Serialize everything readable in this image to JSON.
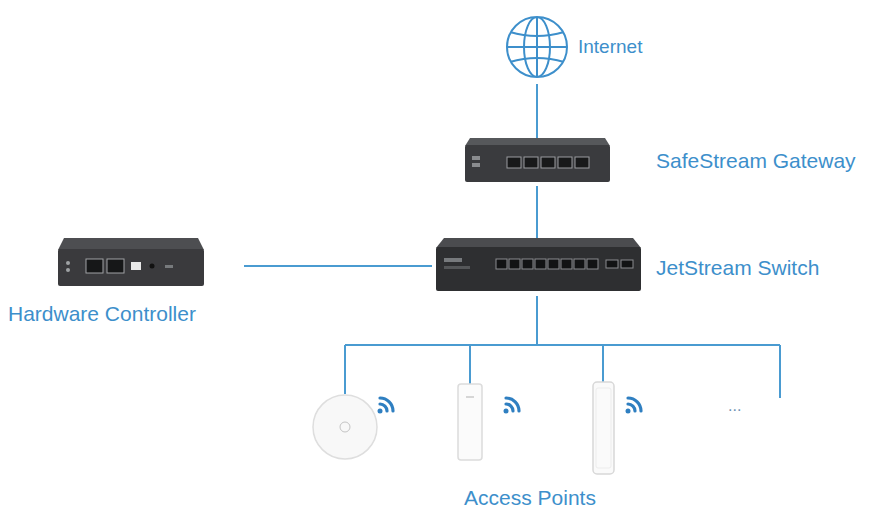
{
  "diagram": {
    "nodes": [
      {
        "text": [
          "Internet"
        ]
      },
      {
        "text": [
          "SafeStream Gateway"
        ]
      },
      {
        "text": [
          "JetStream Switch"
        ]
      },
      {
        "text": [
          "Hardware Controller"
        ]
      },
      {
        "text": [
          "Access Points"
        ]
      }
    ],
    "edges": [
      {
        "from": 0,
        "to": 1,
        "arrow": "none"
      },
      {
        "from": 1,
        "to": 2,
        "arrow": "none"
      },
      {
        "from": 3,
        "to": 2,
        "arrow": "none"
      },
      {
        "from": 2,
        "to": 4,
        "arrow": "none"
      }
    ],
    "labels": [
      "..."
    ]
  }
}
